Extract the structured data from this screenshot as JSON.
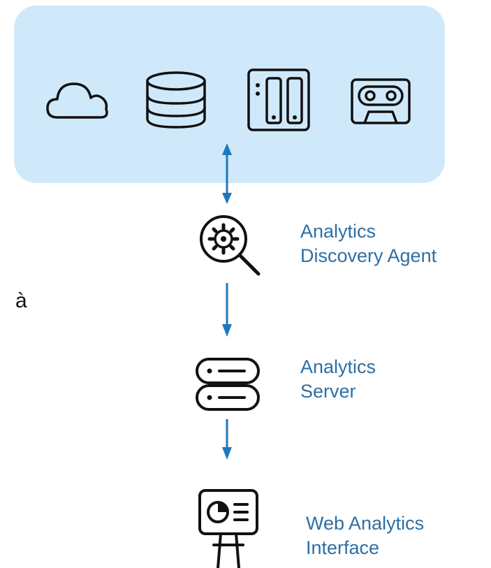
{
  "colors": {
    "panel_fill": "#cfe9fb",
    "arrow": "#1f77bd",
    "label_text": "#2e6fa3",
    "icon_stroke": "#111111"
  },
  "storage_icons": [
    "cloud-icon",
    "database-icon",
    "nas-server-icon",
    "tape-cassette-icon"
  ],
  "stray_text": "à",
  "components": [
    {
      "icon": "gear-search-icon",
      "label_line1": "Analytics",
      "label_line2": "Discovery Agent"
    },
    {
      "icon": "server-rack-icon",
      "label_line1": "Analytics",
      "label_line2": "Server"
    },
    {
      "icon": "monitor-chart-icon",
      "label_line1": "Web Analytics",
      "label_line2": "Interface"
    }
  ],
  "connections": [
    {
      "from": "storage",
      "to": "Analytics Discovery Agent",
      "direction": "bidirectional"
    },
    {
      "from": "Analytics Discovery Agent",
      "to": "Analytics Server",
      "direction": "down"
    },
    {
      "from": "Analytics Server",
      "to": "Web Analytics Interface",
      "direction": "down"
    }
  ]
}
